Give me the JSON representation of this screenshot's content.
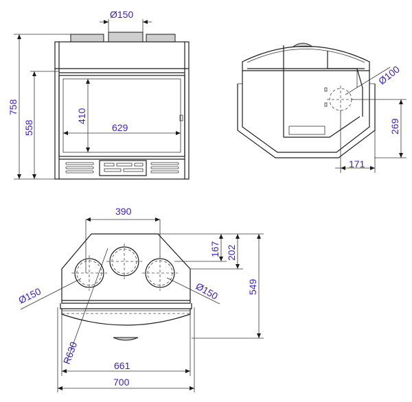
{
  "colors": {
    "dimension_text": "#3a1fc8",
    "lines": "#1a1a1a",
    "fill_gray": "#cfcfcf"
  },
  "dimensions": {
    "front_pipe_diameter": "Ø150",
    "front_total_height": "758",
    "front_body_height": "558",
    "front_glass_height": "410",
    "front_glass_width": "629",
    "side_pipe_diameter": "Ø100",
    "side_pipe_height": "269",
    "side_pipe_offset": "171",
    "top_pipe_spacing": "390",
    "top_depth_to_axis": "167",
    "top_depth_to_rear": "202",
    "top_total_depth": "549",
    "top_left_pipe_diameter": "Ø150",
    "top_right_pipe_diameter": "Ø150",
    "top_radius": "R630",
    "top_inner_width": "661",
    "top_total_width": "700"
  }
}
